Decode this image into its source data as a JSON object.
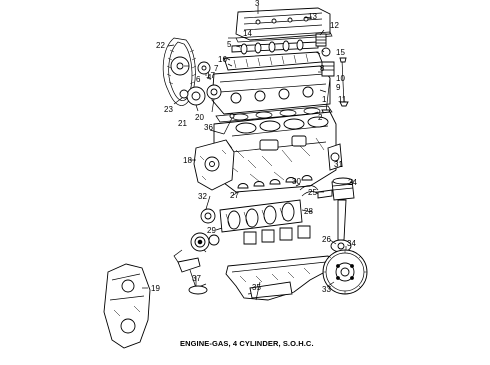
{
  "caption": "ENGINE-GAS, 4 CYLINDER, S.O.H.C.",
  "callouts": [
    {
      "id": "c1",
      "label": "1"
    },
    {
      "id": "c2",
      "label": "2"
    },
    {
      "id": "c3",
      "label": "3"
    },
    {
      "id": "c4",
      "label": "4"
    },
    {
      "id": "c5",
      "label": "5"
    },
    {
      "id": "c6",
      "label": "6"
    },
    {
      "id": "c7",
      "label": "7"
    },
    {
      "id": "c8",
      "label": "8"
    },
    {
      "id": "c9",
      "label": "9"
    },
    {
      "id": "c10",
      "label": "10"
    },
    {
      "id": "c11",
      "label": "11"
    },
    {
      "id": "c12",
      "label": "12"
    },
    {
      "id": "c13",
      "label": "13"
    },
    {
      "id": "c14",
      "label": "14"
    },
    {
      "id": "c15",
      "label": "15"
    },
    {
      "id": "c16",
      "label": "16"
    },
    {
      "id": "c17",
      "label": "17"
    },
    {
      "id": "c18",
      "label": "18"
    },
    {
      "id": "c19",
      "label": "19"
    },
    {
      "id": "c20",
      "label": "20"
    },
    {
      "id": "c21",
      "label": "21"
    },
    {
      "id": "c22",
      "label": "22"
    },
    {
      "id": "c23",
      "label": "23"
    },
    {
      "id": "c24",
      "label": "24"
    },
    {
      "id": "c25",
      "label": "25"
    },
    {
      "id": "c26",
      "label": "26"
    },
    {
      "id": "c27",
      "label": "27"
    },
    {
      "id": "c28",
      "label": "28"
    },
    {
      "id": "c29",
      "label": "29"
    },
    {
      "id": "c30",
      "label": "30"
    },
    {
      "id": "c31",
      "label": "31"
    },
    {
      "id": "c32",
      "label": "32"
    },
    {
      "id": "c33",
      "label": "33"
    },
    {
      "id": "c34",
      "label": "34"
    },
    {
      "id": "c35",
      "label": "35"
    },
    {
      "id": "c36",
      "label": "36"
    },
    {
      "id": "c37",
      "label": "37"
    }
  ]
}
